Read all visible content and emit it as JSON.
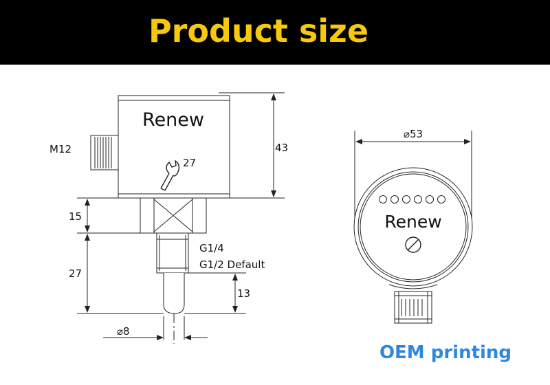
{
  "header": {
    "title": "Product size"
  },
  "side_view": {
    "brand_label": "Renew",
    "connector_label": "M12",
    "wrench_size": "27",
    "dim_total_height": "43",
    "dim_hex_height": "15",
    "dim_thread_height": "27",
    "dim_probe_length": "13",
    "dim_probe_diameter": "⌀8",
    "thread_option_1": "G1/4",
    "thread_option_2": "G1/2 Default"
  },
  "front_view": {
    "brand_label": "Renew",
    "dim_diameter": "⌀53"
  },
  "footer": {
    "oem_text": "OEM printing"
  },
  "colors": {
    "banner_background": "#000000",
    "banner_text": "#f7c90c",
    "oem_text": "#2e86de",
    "line": "#222222"
  }
}
